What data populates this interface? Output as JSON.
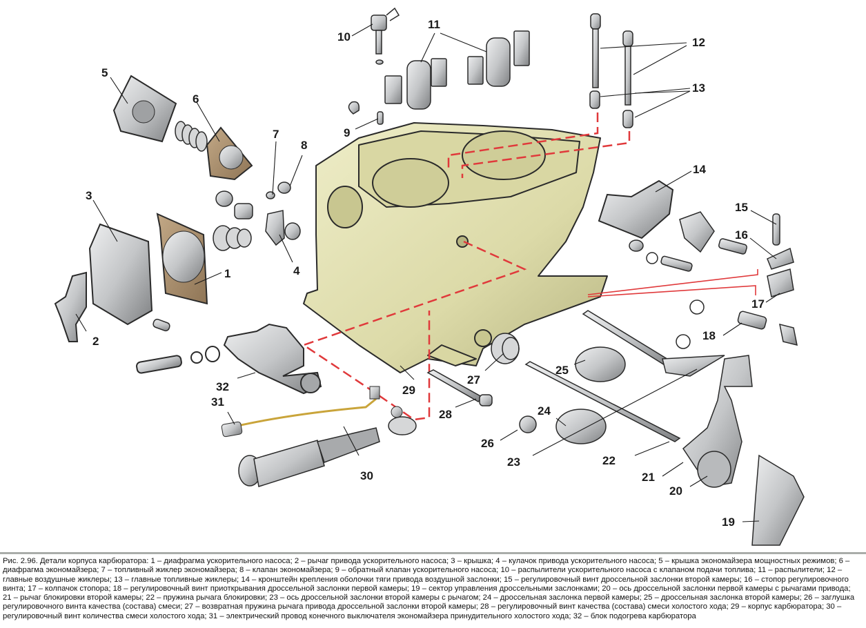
{
  "figure": {
    "title": "Детали корпуса карбюратора",
    "number": "Рис. 2.96.",
    "colors": {
      "body": "#e2e0b4",
      "body_shade": "#b9b785",
      "metal": "#c9cbcc",
      "metal_dark": "#7d7f81",
      "gasket": "#a88f6e",
      "dashed_line": "#e0393b",
      "wire": "#c9a43a",
      "outline": "#2a2a2a"
    },
    "labels": [
      {
        "n": "1"
      },
      {
        "n": "2"
      },
      {
        "n": "3"
      },
      {
        "n": "4"
      },
      {
        "n": "5"
      },
      {
        "n": "6"
      },
      {
        "n": "7"
      },
      {
        "n": "8"
      },
      {
        "n": "9"
      },
      {
        "n": "10"
      },
      {
        "n": "11"
      },
      {
        "n": "12"
      },
      {
        "n": "13"
      },
      {
        "n": "14"
      },
      {
        "n": "15"
      },
      {
        "n": "16"
      },
      {
        "n": "17"
      },
      {
        "n": "18"
      },
      {
        "n": "19"
      },
      {
        "n": "20"
      },
      {
        "n": "21"
      },
      {
        "n": "22"
      },
      {
        "n": "23"
      },
      {
        "n": "24"
      },
      {
        "n": "25"
      },
      {
        "n": "26"
      },
      {
        "n": "27"
      },
      {
        "n": "28"
      },
      {
        "n": "29"
      },
      {
        "n": "30"
      },
      {
        "n": "31"
      },
      {
        "n": "32"
      }
    ]
  },
  "caption": {
    "text": "Рис. 2.96. Детали корпуса карбюратора: 1 – диафрагма ускорительного насоса; 2 – рычаг привода ускорительного насоса; 3 – крышка; 4 – кулачок привода ускорительного насоса; 5 – крышка экономайзера мощностных режимов; 6 – диафрагма экономайзера; 7 – топливный жиклер экономайзера; 8 – клапан экономайзера; 9 – обратный клапан ускорительного насоса; 10 – распылители ускорительного насоса с клапаном подачи топлива; 11 – распылители; 12 – главные воздушные жиклеры; 13 – главные топливные жиклеры; 14 – кронштейн крепления оболочки тяги привода воздушной заслонки; 15 – регулировочный винт дроссельной заслонки второй камеры; 16 – стопор регулировочного винта; 17 – колпачок стопора; 18 – регулировочный винт приоткрывания дроссельной заслонки первой камеры; 19 – сектор управления дроссельными заслонками; 20 – ось дроссельной заслонки первой камеры с рычагами привода; 21 – рычаг блокировки второй камеры; 22 – пружина рычага блокировки; 23 – ось дроссельной заслонки второй камеры с рычагом; 24 – дроссельная заслонка первой камеры; 25 – дроссельная заслонка второй камеры; 26 – заглушка регулировочного винта качества (состава) смеси; 27 – возвратная пружина рычага привода дроссельной заслонки второй камеры; 28 – регулировочный винт качества (состава) смеси холостого хода;  29 – корпус карбюратора;  30 – регулировочный винт количества смеси холостого хода; 31 – электрический провод конечного выключателя экономайзера принудительного холостого хода; 32 – блок подогрева карбюратора"
  }
}
